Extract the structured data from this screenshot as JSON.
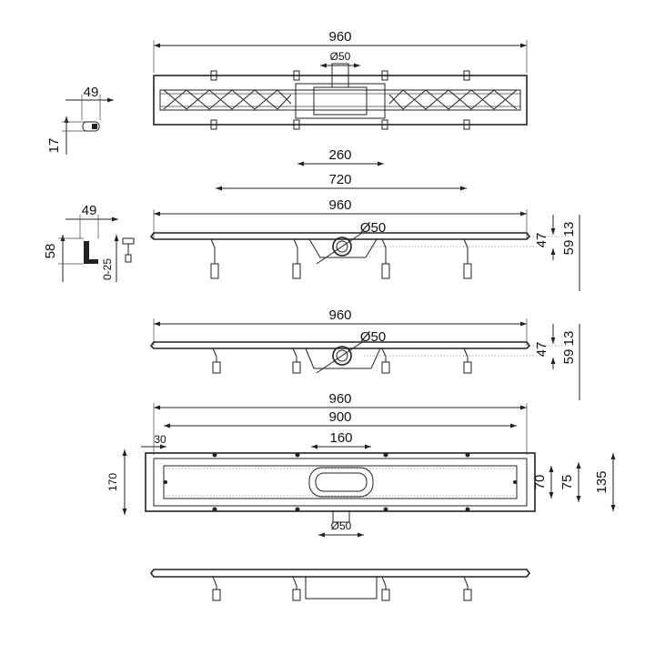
{
  "views": {
    "top_view": {
      "dim_length": "960",
      "dim_outlet": "Ø50"
    },
    "end_profile_small": {
      "dim_width": "49",
      "dim_height": "17"
    },
    "side_view_1": {
      "dim_outlet_spacing": "260",
      "dim_foot_spacing": "720",
      "dim_length": "960",
      "dim_outlet": "Ø50",
      "dim_47": "47",
      "dim_59": "59",
      "dim_13": "13"
    },
    "end_profile_large": {
      "dim_width": "49",
      "dim_height": "58",
      "dim_adjust": "0-25"
    },
    "side_view_2": {
      "dim_length": "960",
      "dim_outlet": "Ø50",
      "dim_47": "47",
      "dim_59": "59",
      "dim_13": "13"
    },
    "plan_view": {
      "dim_total": "960",
      "dim_channel": "900",
      "dim_margin": "30",
      "dim_grate_opening": "160",
      "dim_width": "170",
      "dim_70": "70",
      "dim_75": "75",
      "dim_135": "135",
      "dim_outlet": "Ø50"
    }
  }
}
